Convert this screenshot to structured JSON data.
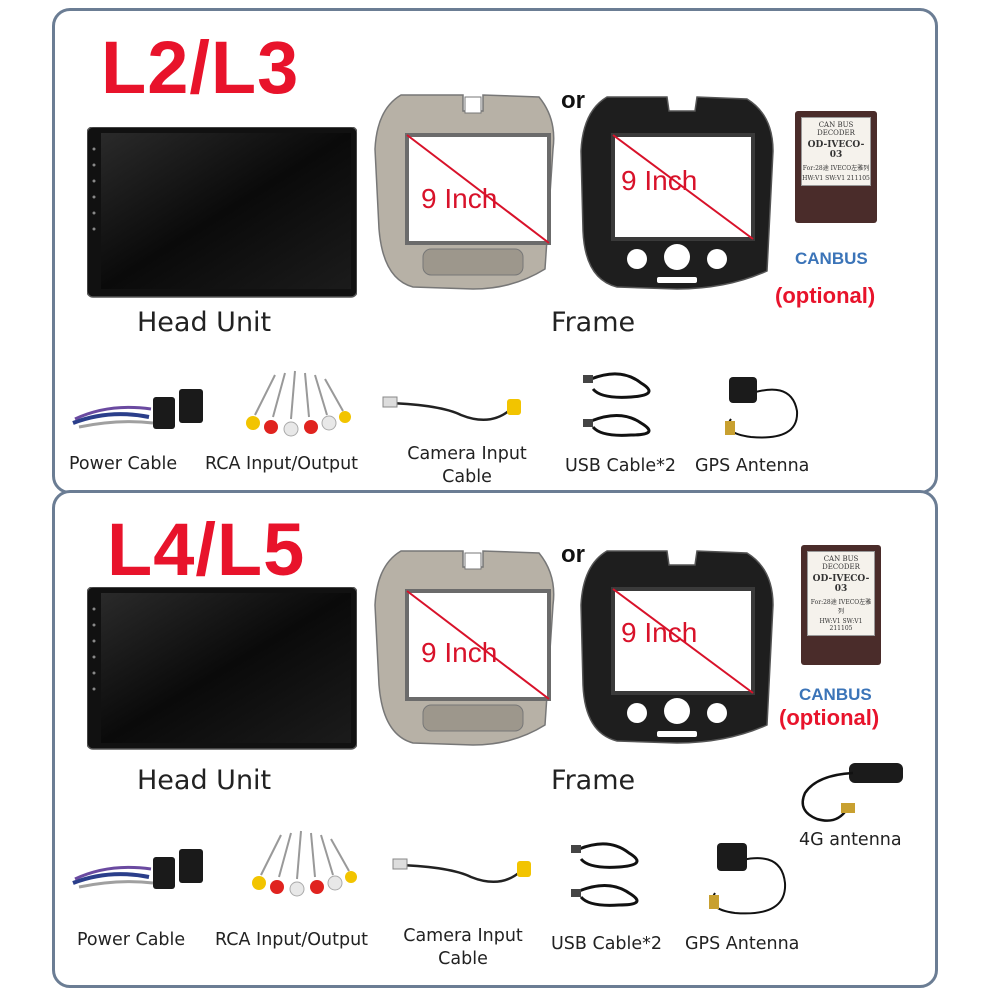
{
  "colors": {
    "title": "#e8132b",
    "canbus": "#3b74b8",
    "border": "#6b7d94",
    "inch": "#d8122a"
  },
  "sections": [
    {
      "title": "L2/L3",
      "or_text": "or",
      "frame_size_left": "9 Inch",
      "frame_size_right": "9 Inch",
      "decoder": {
        "line1": "CAN BUS DECODER",
        "line2": "OD-IVECO-03",
        "line3": "For:28途 IVECO左雅列",
        "line4": "HW:V1  SW:V1  211105"
      },
      "canbus": "CANBUS",
      "optional": "(optional)",
      "head_unit_label": "Head Unit",
      "frame_label": "Frame",
      "accessories": {
        "power": "Power Cable",
        "rca": "RCA Input/Output",
        "camera_line1": "Camera Input",
        "camera_line2": "Cable",
        "usb": "USB Cable*2",
        "gps": "GPS Antenna"
      }
    },
    {
      "title": "L4/L5",
      "or_text": "or",
      "frame_size_left": "9 Inch",
      "frame_size_right": "9 Inch",
      "decoder": {
        "line1": "CAN BUS DECODER",
        "line2": "OD-IVECO-03",
        "line3": "For:28途 IVECO左雅列",
        "line4": "HW:V1  SW:V1  211105"
      },
      "canbus": "CANBUS",
      "optional": "(optional)",
      "head_unit_label": "Head Unit",
      "frame_label": "Frame",
      "antenna_4g": "4G antenna",
      "accessories": {
        "power": "Power Cable",
        "rca": "RCA Input/Output",
        "camera_line1": "Camera Input",
        "camera_line2": "Cable",
        "usb": "USB Cable*2",
        "gps": "GPS Antenna"
      }
    }
  ]
}
